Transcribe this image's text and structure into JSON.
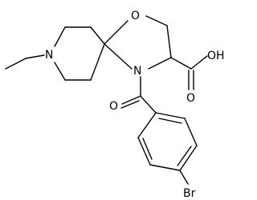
{
  "molecule": {
    "atoms": {
      "ring_nitrogen": "N",
      "ring_oxygen": "O",
      "amide_nitrogen": "N",
      "carbonyl_oxygen": "O",
      "acid_group": "OH",
      "acid_carbonyl_oxygen": "O",
      "bromine": "Br"
    }
  }
}
